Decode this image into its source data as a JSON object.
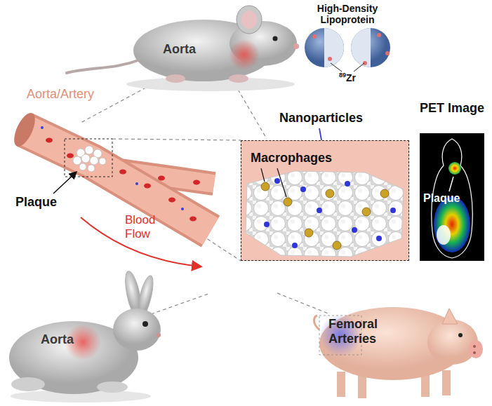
{
  "diagram": {
    "nodes": [
      {
        "text": [
          "Macrophages"
        ]
      },
      {
        "text": [
          "PET Image",
          "Plaque"
        ]
      }
    ],
    "labels": [
      "Aorta",
      "High-Density Lipoprotein",
      "89Zr",
      "Nanoparticles",
      "Aorta/Artery",
      "Plaque",
      "Blood Flow",
      "Aorta",
      "Femoral Arteries"
    ]
  }
}
